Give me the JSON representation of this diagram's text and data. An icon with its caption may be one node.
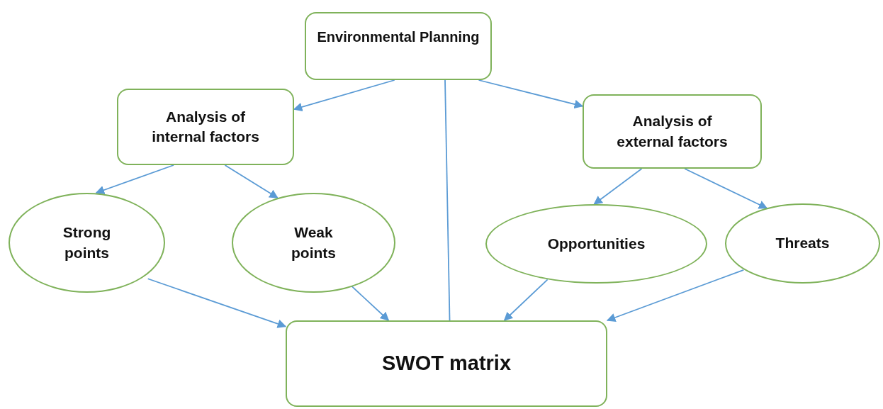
{
  "diagram": {
    "nodes": [
      {
        "text": [
          "Environmental Planning"
        ]
      },
      {
        "text": [
          "Analysis of internal factors"
        ]
      },
      {
        "text": [
          "Analysis of external factors"
        ]
      },
      {
        "text": [
          "Strong points"
        ]
      },
      {
        "text": [
          "Weak points"
        ]
      },
      {
        "text": [
          "Opportunities"
        ]
      },
      {
        "text": [
          "Threats"
        ]
      },
      {
        "text": [
          "SWOT matrix"
        ]
      }
    ],
    "edges": [
      {
        "from": 0,
        "to": 1,
        "arrow": "to"
      },
      {
        "from": 0,
        "to": 2,
        "arrow": "to"
      },
      {
        "from": 0,
        "to": 7,
        "arrow": "none"
      },
      {
        "from": 1,
        "to": 3,
        "arrow": "to"
      },
      {
        "from": 1,
        "to": 4,
        "arrow": "to"
      },
      {
        "from": 2,
        "to": 5,
        "arrow": "to"
      },
      {
        "from": 2,
        "to": 6,
        "arrow": "to"
      },
      {
        "from": 3,
        "to": 7,
        "arrow": "to"
      },
      {
        "from": 4,
        "to": 7,
        "arrow": "to"
      },
      {
        "from": 5,
        "to": 7,
        "arrow": "to"
      },
      {
        "from": 6,
        "to": 7,
        "arrow": "to"
      }
    ]
  }
}
